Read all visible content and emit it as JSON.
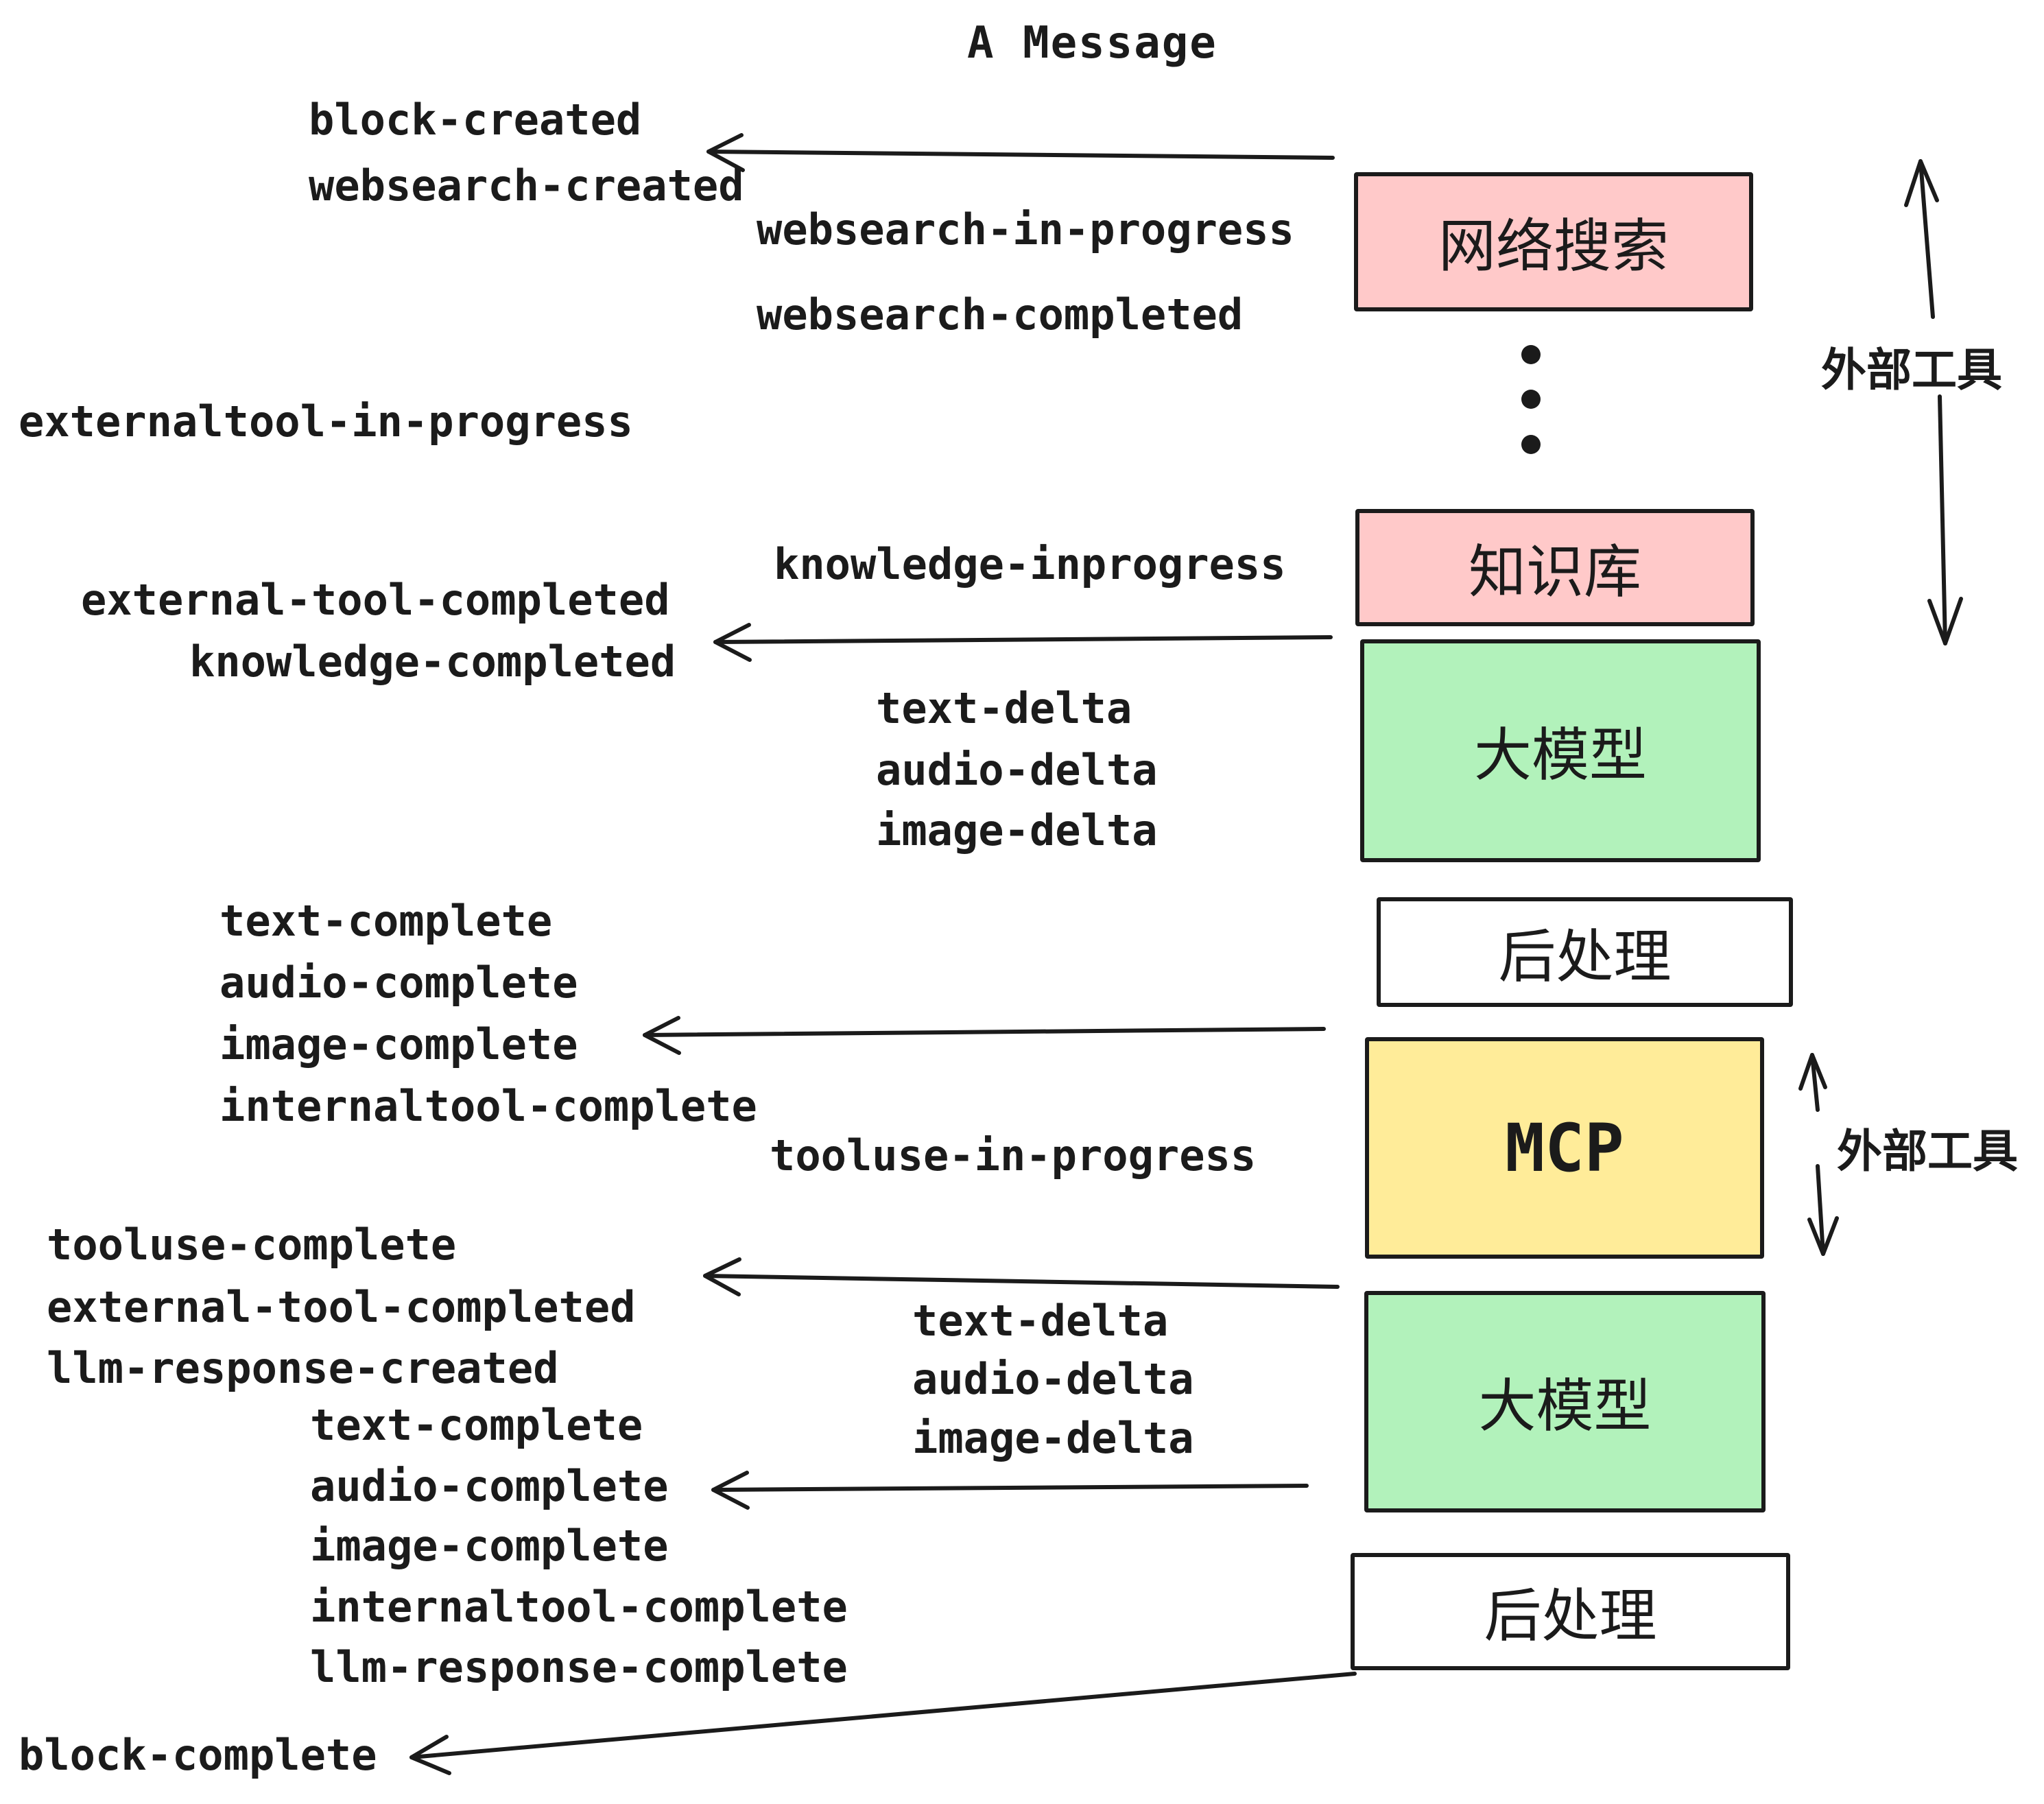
{
  "title": "A Message",
  "boxes": [
    {
      "id": "websearch",
      "label": "网络搜索",
      "color": "#ffc9c9"
    },
    {
      "id": "knowledge",
      "label": "知识库",
      "color": "#ffc9c9"
    },
    {
      "id": "llm1",
      "label": "大模型",
      "color": "#b2f2bb"
    },
    {
      "id": "postprocess1",
      "label": "后处理",
      "color": "#ffffff"
    },
    {
      "id": "mcp",
      "label": "MCP",
      "color": "#ffec99"
    },
    {
      "id": "llm2",
      "label": "大模型",
      "color": "#b2f2bb"
    },
    {
      "id": "postprocess2",
      "label": "后处理",
      "color": "#ffffff"
    }
  ],
  "events": [
    {
      "text": "block-created"
    },
    {
      "text": "websearch-created"
    },
    {
      "text": "websearch-in-progress"
    },
    {
      "text": "websearch-completed"
    },
    {
      "text": "externaltool-in-progress"
    },
    {
      "text": "knowledge-inprogress"
    },
    {
      "text": "external-tool-completed"
    },
    {
      "text": "knowledge-completed"
    },
    {
      "text": "text-delta"
    },
    {
      "text": "audio-delta"
    },
    {
      "text": "image-delta"
    },
    {
      "text": "text-complete"
    },
    {
      "text": "audio-complete"
    },
    {
      "text": "image-complete"
    },
    {
      "text": "internaltool-complete"
    },
    {
      "text": "tooluse-in-progress"
    },
    {
      "text": "tooluse-complete"
    },
    {
      "text": "external-tool-completed"
    },
    {
      "text": "llm-response-created"
    },
    {
      "text": "text-delta"
    },
    {
      "text": "audio-delta"
    },
    {
      "text": "image-delta"
    },
    {
      "text": "text-complete"
    },
    {
      "text": "audio-complete"
    },
    {
      "text": "image-complete"
    },
    {
      "text": "internaltool-complete"
    },
    {
      "text": "llm-response-complete"
    },
    {
      "text": "block-complete"
    }
  ],
  "annotations": {
    "external_tools_top": "外部工具",
    "external_tools_mid": "外部工具"
  },
  "colors": {
    "ink": "#1b1b1b",
    "pink": "#ffc9c9",
    "green": "#b2f2bb",
    "yellow": "#ffec99",
    "white": "#ffffff"
  }
}
